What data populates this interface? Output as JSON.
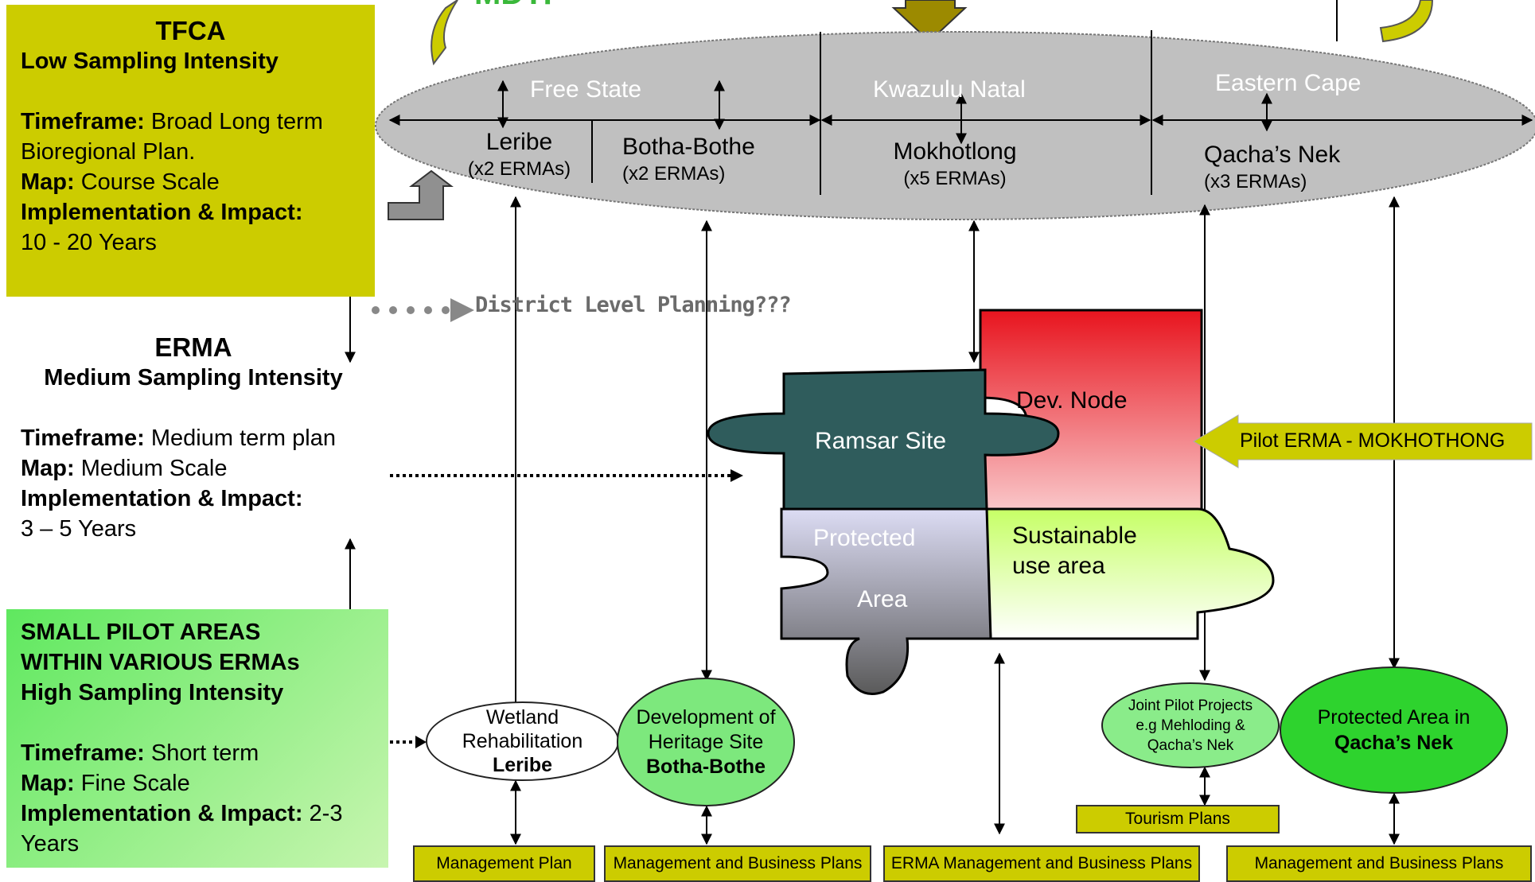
{
  "tfca": {
    "title": "TFCA",
    "subtitle": "Low Sampling Intensity",
    "timeframe_label": "Timeframe:",
    "timeframe_value": " Broad Long term Bioregional  Plan.",
    "map_label": "Map:",
    "map_value": " Course Scale",
    "impl_label": "Implementation & Impact:",
    "impl_value": "10 - 20 Years"
  },
  "erma": {
    "title": "ERMA",
    "subtitle": "Medium Sampling Intensity",
    "timeframe_label": "Timeframe:",
    "timeframe_value": " Medium term plan",
    "map_label": "Map:",
    "map_value": " Medium Scale",
    "impl_label": "Implementation & Impact:",
    "impl_value": "3 – 5 Years"
  },
  "pilot_areas": {
    "title_lines": [
      "SMALL PILOT AREAS",
      "WITHIN VARIOUS ERMAs",
      "High Sampling Intensity"
    ],
    "timeframe_label": "Timeframe:",
    "timeframe_value": " Short term",
    "map_label": "Map:",
    "map_value": " Fine Scale",
    "impl_label": "Implementation & Impact:",
    "impl_value": " 2-3 Years"
  },
  "top_fragment": "MDTP",
  "ellipse": {
    "states": [
      "Free State",
      "Kwazulu Natal",
      "Eastern Cape"
    ],
    "regions": [
      {
        "name": "Leribe",
        "count": "(x2 ERMAs)"
      },
      {
        "name": "Botha-Bothe",
        "count": "(x2 ERMAs)"
      },
      {
        "name": "Mokhotlong",
        "count": "(x5 ERMAs)"
      },
      {
        "name": "Qacha’s Nek",
        "count": "(x3 ERMAs)"
      }
    ]
  },
  "district_label": "District Level Planning???",
  "puzzle": {
    "ramsar": "Ramsar Site",
    "dev_node": "Dev.  Node",
    "protected_1": "Protected",
    "protected_2": "Area",
    "sustainable_1": "Sustainable",
    "sustainable_2": "use area"
  },
  "pilot_erma": "Pilot ERMA - MOKHOTHONG",
  "projects": {
    "wetland_1": "Wetland",
    "wetland_2": "Rehabilitation",
    "wetland_3": "Leribe",
    "heritage_1": "Development of",
    "heritage_2": "Heritage Site",
    "heritage_3": "Botha-Bothe",
    "joint_1": "Joint Pilot Projects",
    "joint_2": "e.g Mehloding &",
    "joint_3": "Qacha’s Nek",
    "protected_1": "Protected Area in",
    "protected_2": "Qacha’s Nek"
  },
  "plans": {
    "management": "Management Plan",
    "mgmt_business_1": "Management and Business Plans",
    "erma_mgmt": "ERMA Management and Business Plans",
    "tourism": "Tourism Plans",
    "mgmt_business_2": "Management and Business Plans"
  },
  "colors": {
    "olive": "#cccc00",
    "green_bright": "#2ed32e",
    "green_light": "#a6f0a6",
    "dark_teal": "#2f5c5c",
    "ellipse_grey": "#c0c0c0"
  }
}
